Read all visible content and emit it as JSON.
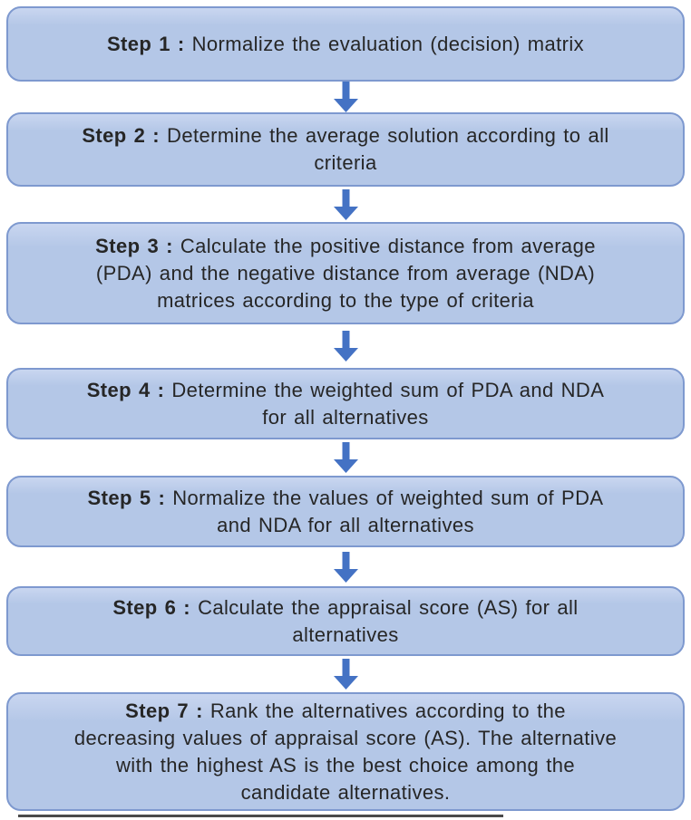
{
  "colors": {
    "box_fill": "#b4c7e7",
    "box_fill_top": "#c9d6f0",
    "box_border": "#7e99cf",
    "arrow": "#4472c4",
    "text": "#262626",
    "bottom_line": "#4a4a4a"
  },
  "steps": [
    {
      "label": "Step 1 :",
      "lines": [
        "Normalize the evaluation (decision) matrix"
      ]
    },
    {
      "label": "Step 2 :",
      "lines": [
        "Determine the average solution according to all",
        "criteria"
      ]
    },
    {
      "label": "Step 3 :",
      "lines": [
        "Calculate the positive distance from average",
        "(PDA) and the negative distance from average (NDA)",
        "matrices according to the type of criteria"
      ]
    },
    {
      "label": "Step 4 :",
      "lines": [
        "Determine the weighted sum of PDA and NDA",
        "for all alternatives"
      ]
    },
    {
      "label": "Step 5 :",
      "lines": [
        "Normalize the values of weighted sum of PDA",
        "and NDA for all alternatives"
      ]
    },
    {
      "label": "Step 6 :",
      "lines": [
        "Calculate the appraisal score (AS) for all",
        "alternatives"
      ]
    },
    {
      "label": "Step 7 :",
      "lines": [
        "Rank the alternatives according to the",
        "decreasing values of appraisal score (AS). The alternative",
        "with the highest AS is the best choice among the",
        "candidate alternatives."
      ]
    }
  ]
}
